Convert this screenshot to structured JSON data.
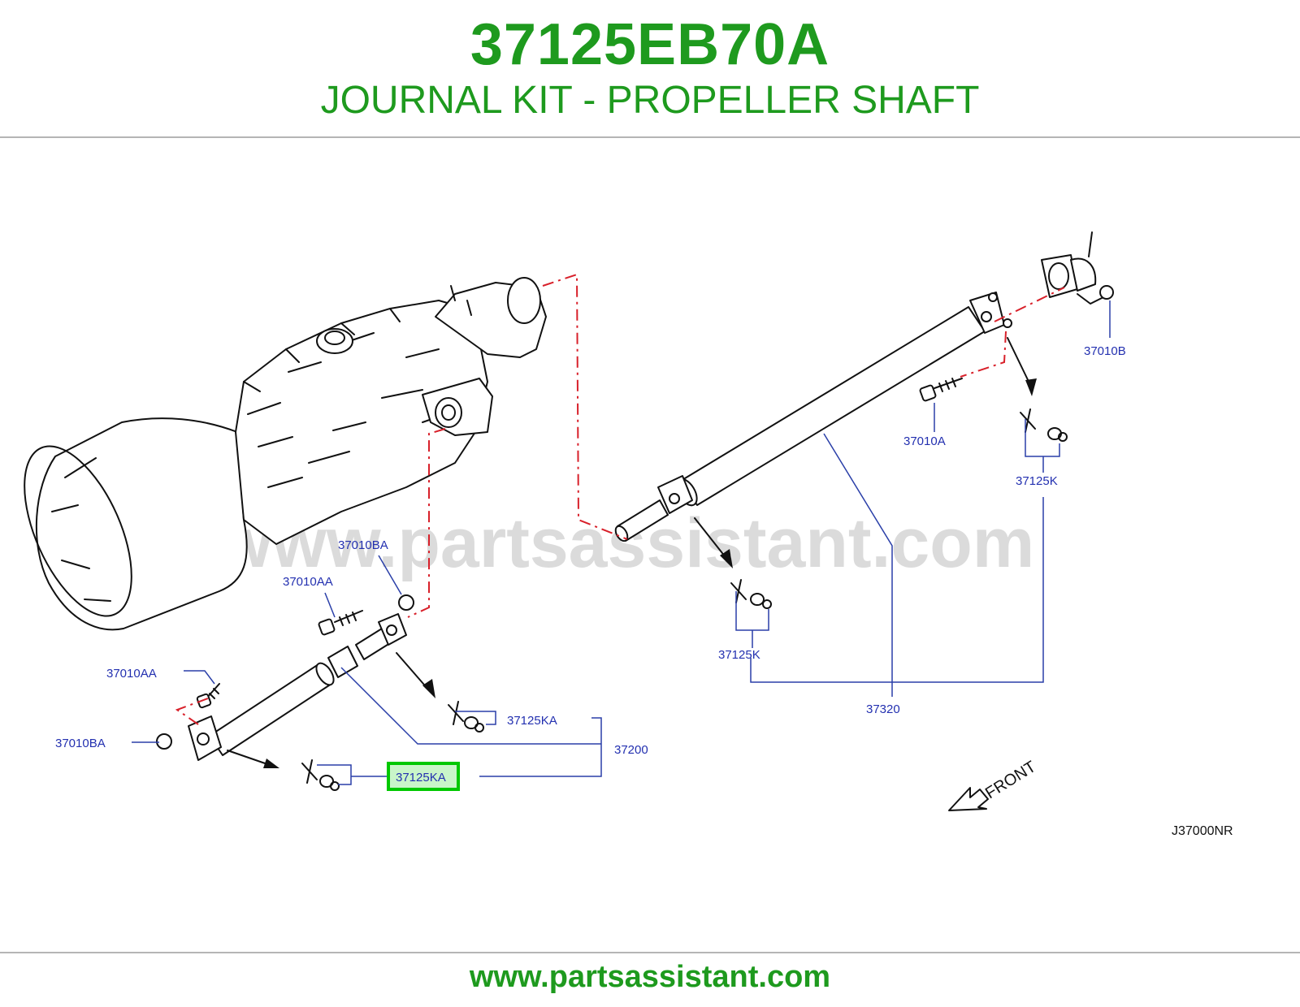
{
  "header": {
    "part_number": "37125EB70A",
    "title": "JOURNAL KIT - PROPELLER SHAFT"
  },
  "diagram": {
    "watermark": "www.partsassistant.com",
    "callouts": {
      "c_37010B": "37010B",
      "c_37010A": "37010A",
      "c_37125K_right": "37125K",
      "c_37010BA_upper": "37010BA",
      "c_37010AA_upper": "37010AA",
      "c_37125K_mid": "37125K",
      "c_37010AA_lower": "37010AA",
      "c_37125KA_upper": "37125KA",
      "c_37200": "37200",
      "c_37010BA_lower": "37010BA",
      "c_37125KA_highlighted": "37125KA",
      "c_37320": "37320"
    },
    "front_label": "FRONT",
    "diagram_code": "J37000NR",
    "highlighted_part": "37125KA",
    "colors": {
      "brand_green": "#1e9a1e",
      "callout_blue": "#2330b0",
      "highlight_green": "#00c800",
      "centerline_red": "#d8202a"
    }
  },
  "footer": {
    "url": "www.partsassistant.com"
  }
}
